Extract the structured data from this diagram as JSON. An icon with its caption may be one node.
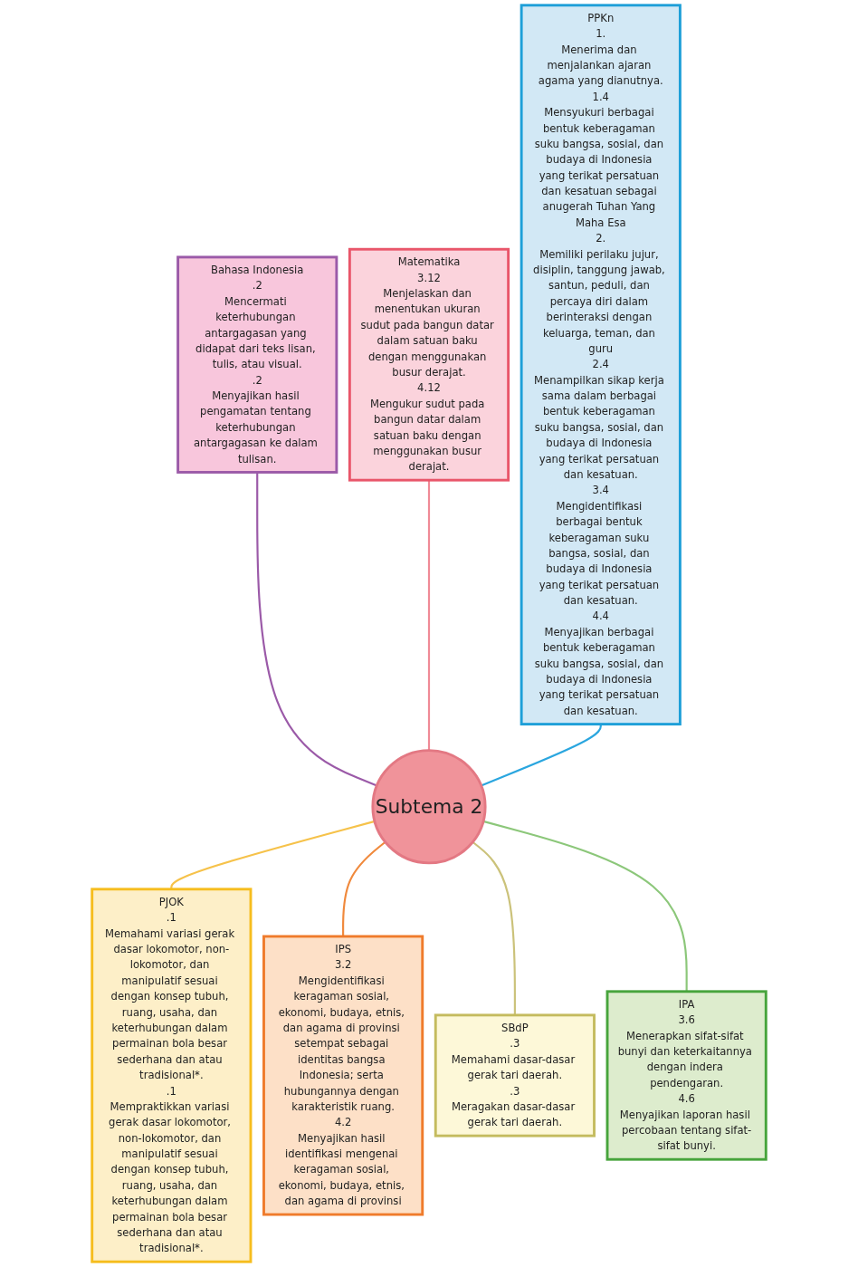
{
  "diagram": {
    "nodes": [
      {
        "text": [
          "Bahasa Indonesia",
          ".2",
          "Mencermati keterhubungan antargagasan yang didapat dari teks lisan, tulis, atau visual.",
          ".2",
          "Menyajikan hasil pengamatan tentang keterhubungan antargagasan ke dalam tulisan."
        ]
      },
      {
        "text": [
          "Matematika",
          "3.12",
          "Menjelaskan dan menentukan ukuran sudut pada bangun datar dalam satuan baku dengan menggunakan busur derajat.",
          "4.12",
          "Mengukur sudut pada bangun datar dalam satuan baku dengan menggunakan busur derajat."
        ]
      },
      {
        "text": [
          "PPKn",
          "1.",
          "Menerima dan menjalankan ajaran agama yang dianutnya.",
          "1.4",
          "Mensyukuri berbagai bentuk keberagaman suku bangsa, sosial, dan budaya di Indonesia yang terikat persatuan dan kesatuan sebagai anugerah Tuhan Yang Maha Esa",
          "2.",
          "Memiliki perilaku jujur, disiplin, tanggung jawab, santun, peduli, dan percaya diri dalam berinteraksi dengan keluarga, teman, dan guru",
          "2.4",
          "Menampilkan sikap kerja sama dalam berbagai bentuk keberagaman suku bangsa, sosial, dan budaya di Indonesia yang terikat persatuan dan kesatuan.",
          "3.4",
          "Mengidentifikasi berbagai bentuk keberagaman suku bangsa, sosial, dan budaya di Indonesia yang terikat persatuan dan kesatuan.",
          "4.4",
          "Menyajikan berbagai bentuk keberagaman suku bangsa, sosial, dan budaya di Indonesia yang terikat persatuan dan kesatuan."
        ]
      },
      {
        "text": [
          "PJOK",
          ".1",
          "Memahami variasi gerak dasar lokomotor, non-lokomotor, dan manipulatif sesuai dengan konsep tubuh, ruang, usaha, dan keterhubungan dalam permainan bola besar sederhana dan atau tradisional*.",
          ".1",
          "Mempraktikkan variasi gerak dasar lokomotor, non-lokomotor, dan manipulatif sesuai dengan konsep tubuh, ruang, usaha, dan keterhubungan dalam permainan bola besar sederhana dan atau tradisional*."
        ]
      },
      {
        "text": [
          "Subtema 2"
        ]
      },
      {
        "text": [
          "IPS",
          "3.2",
          "Mengidentifikasi keragaman sosial, ekonomi, budaya, etnis, dan agama di provinsi setempat sebagai identitas bangsa Indonesia; serta hubungannya dengan karakteristik ruang.",
          "4.2",
          "Menyajikan hasil identifikasi mengenai keragaman sosial, ekonomi, budaya, etnis, dan agama di provinsi"
        ]
      },
      {
        "text": [
          "SBdP",
          ".3",
          "Memahami dasar-dasar gerak tari daerah.",
          ".3",
          "Meragakan dasar-dasar gerak tari daerah."
        ]
      },
      {
        "text": [
          "IPA",
          "3.6",
          "Menerapkan sifat-sifat bunyi dan keterkaitannya dengan indera pendengaran.",
          "4.6",
          "Menyajikan laporan hasil percobaan tentang sifat-sifat bunyi."
        ]
      }
    ],
    "edges": [
      {
        "from": 0,
        "to": 4,
        "arrow": "none",
        "color": "#9b5aa8"
      },
      {
        "from": 1,
        "to": 4,
        "arrow": "none",
        "color": "#f08a96"
      },
      {
        "from": 2,
        "to": 4,
        "arrow": "none",
        "color": "#2aa6df"
      },
      {
        "from": 4,
        "to": 3,
        "arrow": "none",
        "color": "#f6c24a"
      },
      {
        "from": 4,
        "to": 5,
        "arrow": "none",
        "color": "#f0893c"
      },
      {
        "from": 4,
        "to": 6,
        "arrow": "none",
        "color": "#cbc27a"
      },
      {
        "from": 4,
        "to": 7,
        "arrow": "none",
        "color": "#8cc77a"
      }
    ]
  }
}
